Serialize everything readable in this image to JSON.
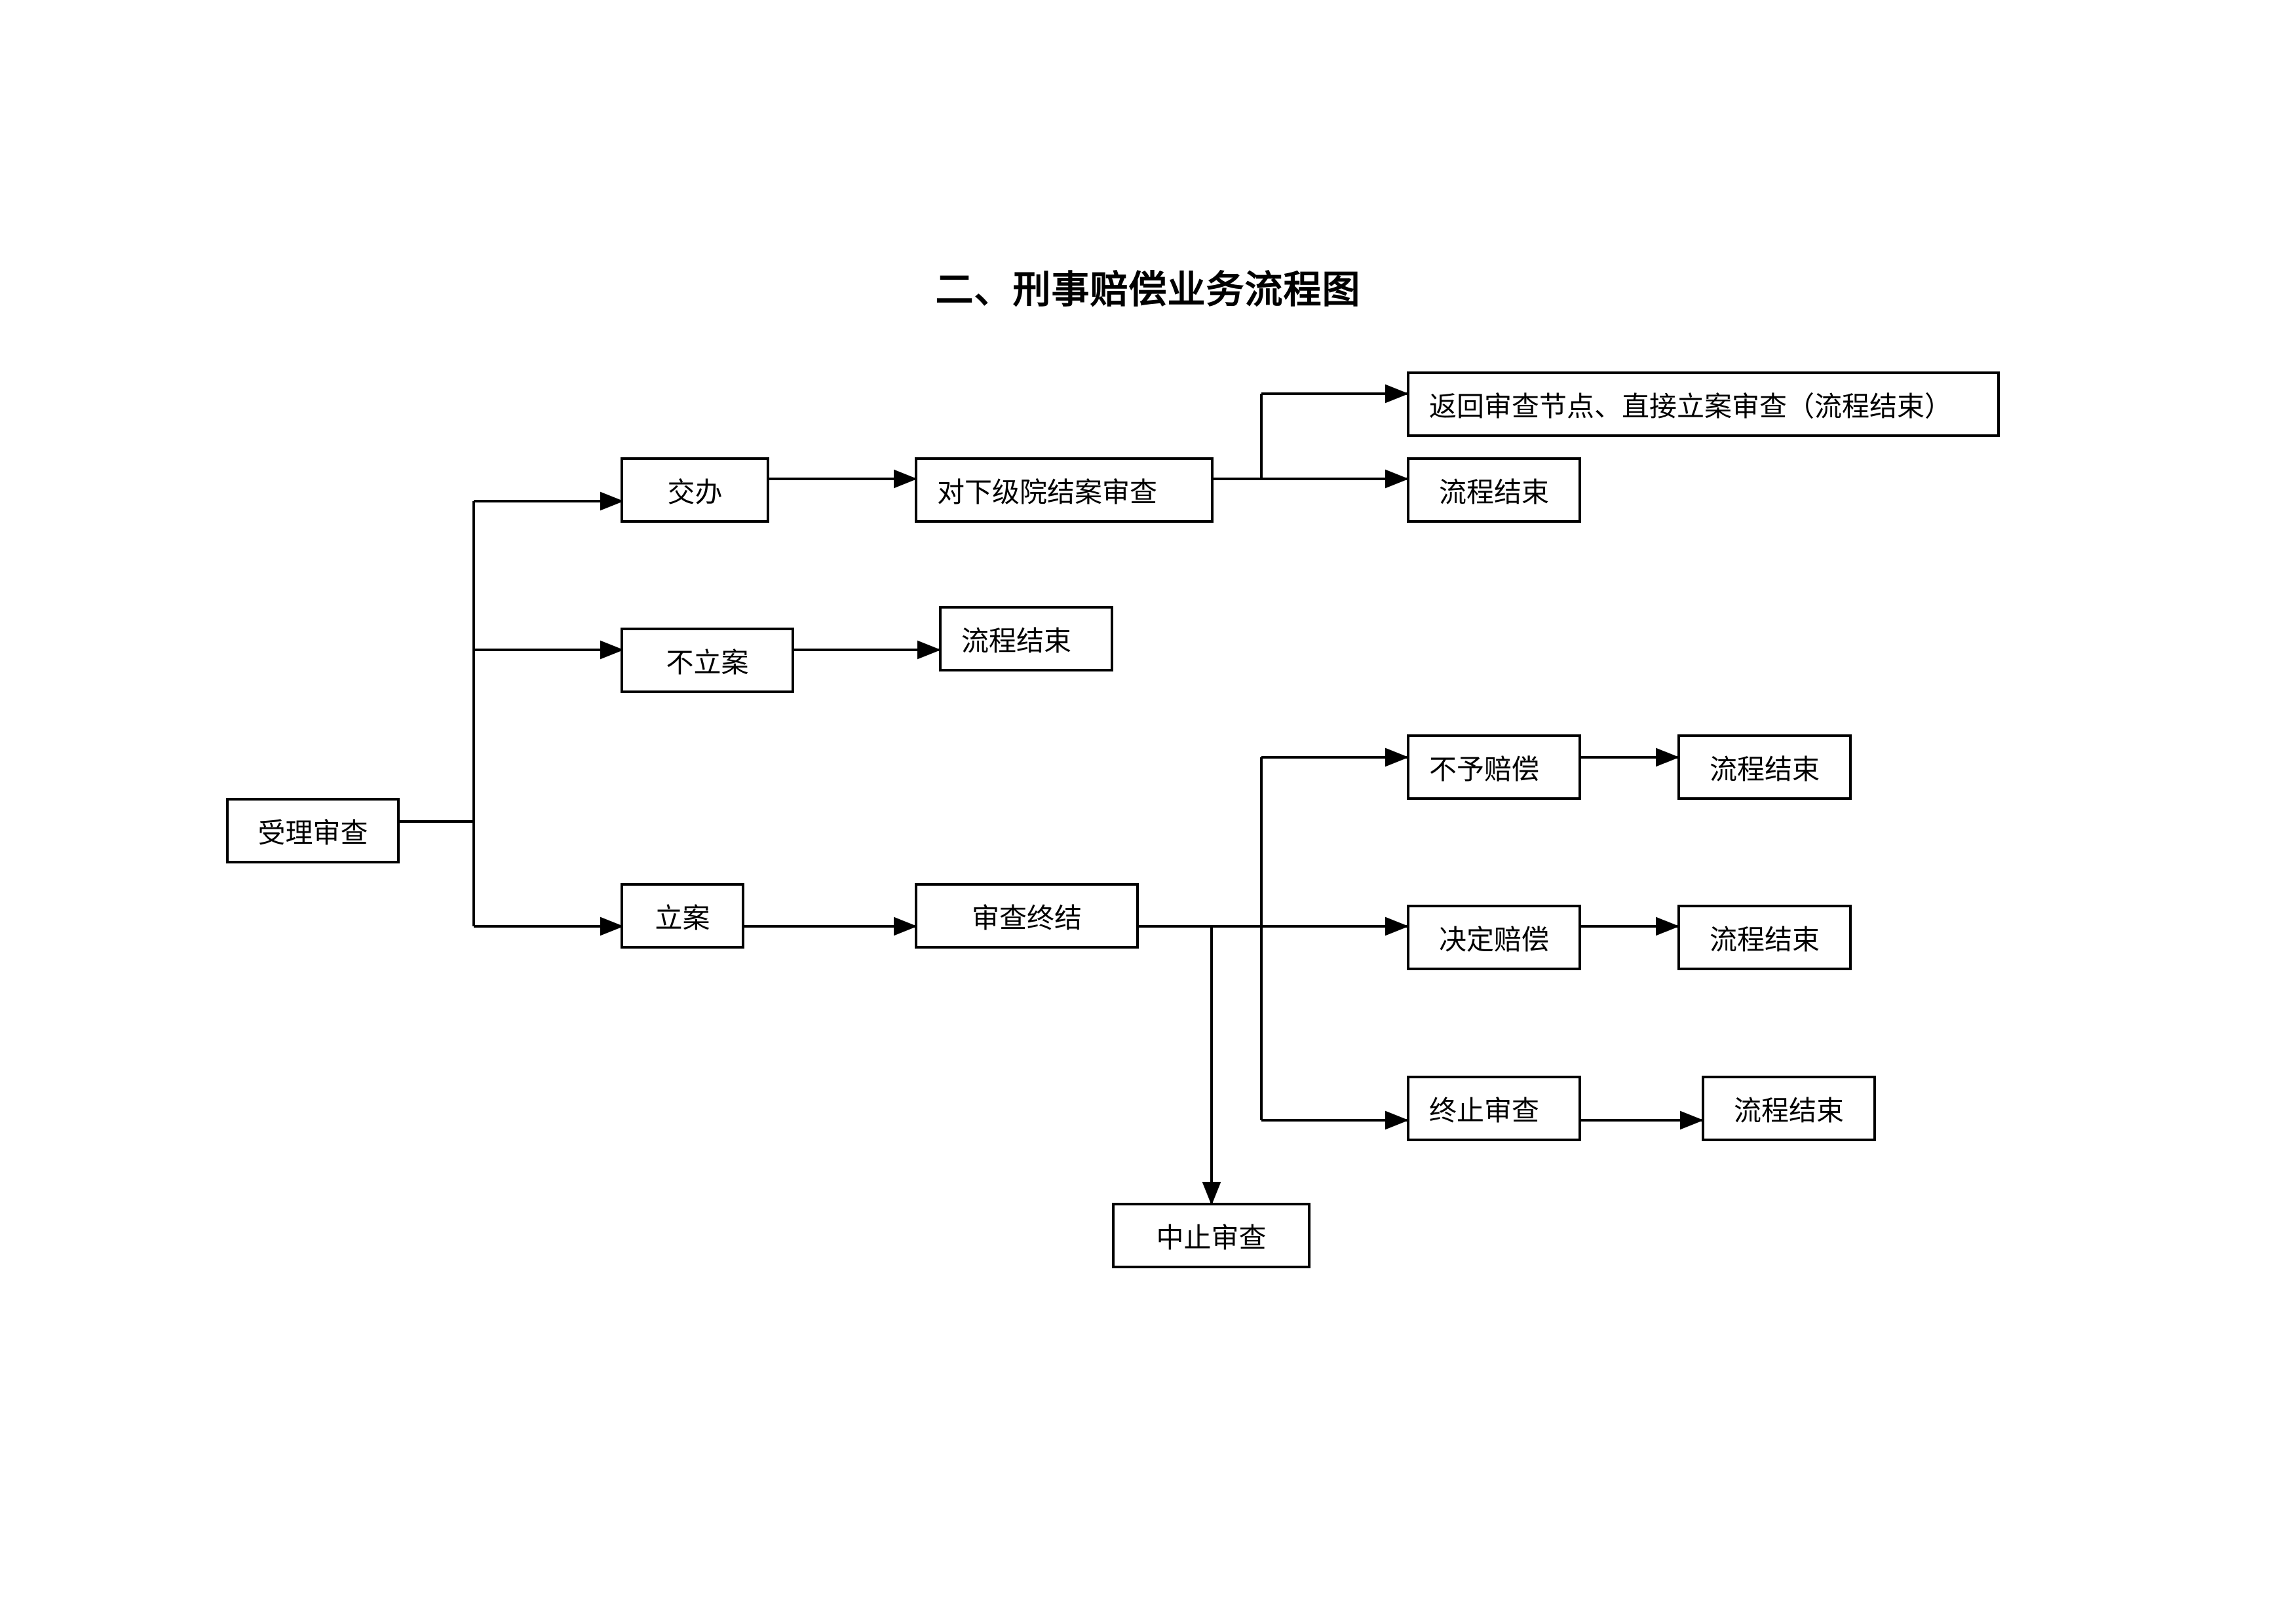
{
  "title": "二、刑事赔偿业务流程图",
  "nodes": {
    "shouli": "受理审查",
    "jiaoban": "交办",
    "bulian": "不立案",
    "lian": "立案",
    "duixiaji": "对下级院结案审查",
    "fanhui": "返回审查节点、直接立案审查（流程结束）",
    "end_jiaoban": "流程结束",
    "end_bulian": "流程结束",
    "shenchazhongjie": "审查终结",
    "buyu": "不予赔偿",
    "end_buyu": "流程结束",
    "jueding": "决定赔偿",
    "end_jueding": "流程结束",
    "zhongzhi": "终止审查",
    "end_zhongzhi": "流程结束",
    "zhongzhi_pause": "中止审查"
  }
}
